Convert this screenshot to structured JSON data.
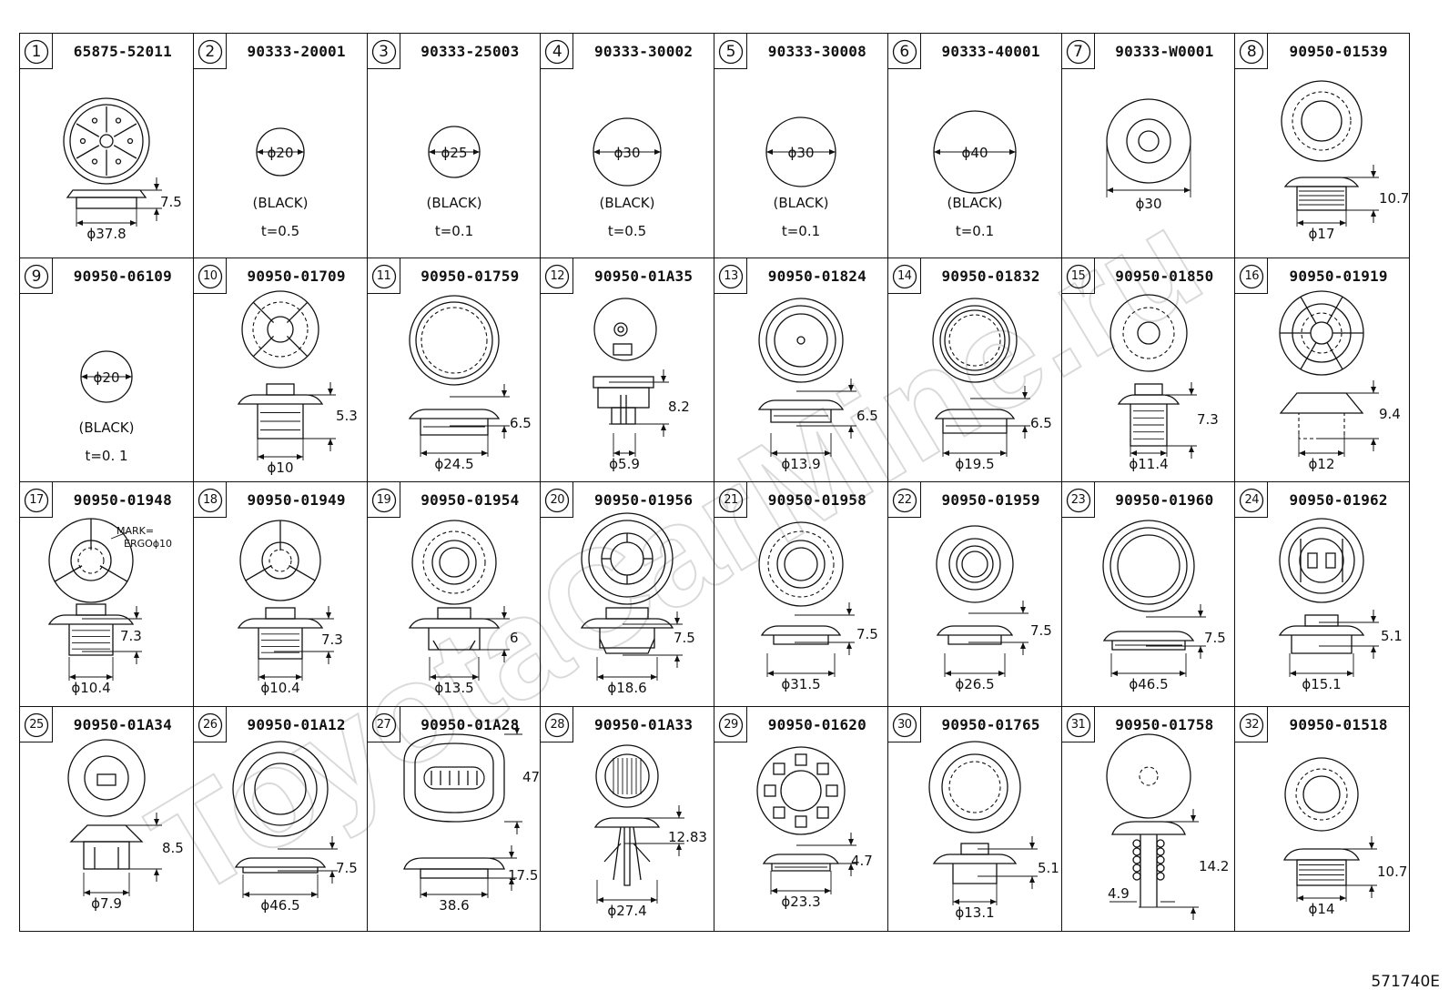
{
  "reference": "571740E",
  "watermark": "ToyotaCarMine.ru",
  "cells": [
    {
      "num": "1",
      "part": "65875-52011",
      "labels": [
        "ϕ37.8",
        "7.5"
      ]
    },
    {
      "num": "2",
      "part": "90333-20001",
      "labels": [
        "ϕ20",
        "(BLACK)",
        "t=0.5"
      ]
    },
    {
      "num": "3",
      "part": "90333-25003",
      "labels": [
        "ϕ25",
        "(BLACK)",
        "t=0.1"
      ]
    },
    {
      "num": "4",
      "part": "90333-30002",
      "labels": [
        "ϕ30",
        "(BLACK)",
        "t=0.5"
      ]
    },
    {
      "num": "5",
      "part": "90333-30008",
      "labels": [
        "ϕ30",
        "(BLACK)",
        "t=0.1"
      ]
    },
    {
      "num": "6",
      "part": "90333-40001",
      "labels": [
        "ϕ40",
        "(BLACK)",
        "t=0.1"
      ]
    },
    {
      "num": "7",
      "part": "90333-W0001",
      "labels": [
        "ϕ30"
      ]
    },
    {
      "num": "8",
      "part": "90950-01539",
      "labels": [
        "10.7",
        "ϕ17"
      ]
    },
    {
      "num": "9",
      "part": "90950-06109",
      "labels": [
        "ϕ20",
        "(BLACK)",
        "t=0. 1"
      ]
    },
    {
      "num": "10",
      "part": "90950-01709",
      "labels": [
        "5.3",
        "ϕ10"
      ]
    },
    {
      "num": "11",
      "part": "90950-01759",
      "labels": [
        "6.5",
        "ϕ24.5"
      ]
    },
    {
      "num": "12",
      "part": "90950-01A35",
      "labels": [
        "8.2",
        "ϕ5.9"
      ]
    },
    {
      "num": "13",
      "part": "90950-01824",
      "labels": [
        "6.5",
        "ϕ13.9"
      ]
    },
    {
      "num": "14",
      "part": "90950-01832",
      "labels": [
        "6.5",
        "ϕ19.5"
      ]
    },
    {
      "num": "15",
      "part": "90950-01850",
      "labels": [
        "7.3",
        "ϕ11.4"
      ]
    },
    {
      "num": "16",
      "part": "90950-01919",
      "labels": [
        "9.4",
        "ϕ12"
      ]
    },
    {
      "num": "17",
      "part": "90950-01948",
      "labels": [
        "7.3",
        "ϕ10.4",
        "MARK=",
        "ERGOϕ10"
      ]
    },
    {
      "num": "18",
      "part": "90950-01949",
      "labels": [
        "7.3",
        "ϕ10.4"
      ]
    },
    {
      "num": "19",
      "part": "90950-01954",
      "labels": [
        "6",
        "ϕ13.5"
      ]
    },
    {
      "num": "20",
      "part": "90950-01956",
      "labels": [
        "7.5",
        "ϕ18.6"
      ]
    },
    {
      "num": "21",
      "part": "90950-01958",
      "labels": [
        "7.5",
        "ϕ31.5"
      ]
    },
    {
      "num": "22",
      "part": "90950-01959",
      "labels": [
        "7.5",
        "ϕ26.5"
      ]
    },
    {
      "num": "23",
      "part": "90950-01960",
      "labels": [
        "7.5",
        "ϕ46.5"
      ]
    },
    {
      "num": "24",
      "part": "90950-01962",
      "labels": [
        "5.1",
        "ϕ15.1"
      ]
    },
    {
      "num": "25",
      "part": "90950-01A34",
      "labels": [
        "8.5",
        "ϕ7.9"
      ]
    },
    {
      "num": "26",
      "part": "90950-01A12",
      "labels": [
        "7.5",
        "ϕ46.5"
      ]
    },
    {
      "num": "27",
      "part": "90950-01A28",
      "labels": [
        "47",
        "17.5",
        "38.6"
      ]
    },
    {
      "num": "28",
      "part": "90950-01A33",
      "labels": [
        "12.83",
        "ϕ27.4"
      ]
    },
    {
      "num": "29",
      "part": "90950-01620",
      "labels": [
        "4.7",
        "ϕ23.3"
      ]
    },
    {
      "num": "30",
      "part": "90950-01765",
      "labels": [
        "5.1",
        "ϕ13.1"
      ]
    },
    {
      "num": "31",
      "part": "90950-01758",
      "labels": [
        "14.2",
        "4.9"
      ]
    },
    {
      "num": "32",
      "part": "90950-01518",
      "labels": [
        "10.7",
        "ϕ14"
      ]
    }
  ]
}
